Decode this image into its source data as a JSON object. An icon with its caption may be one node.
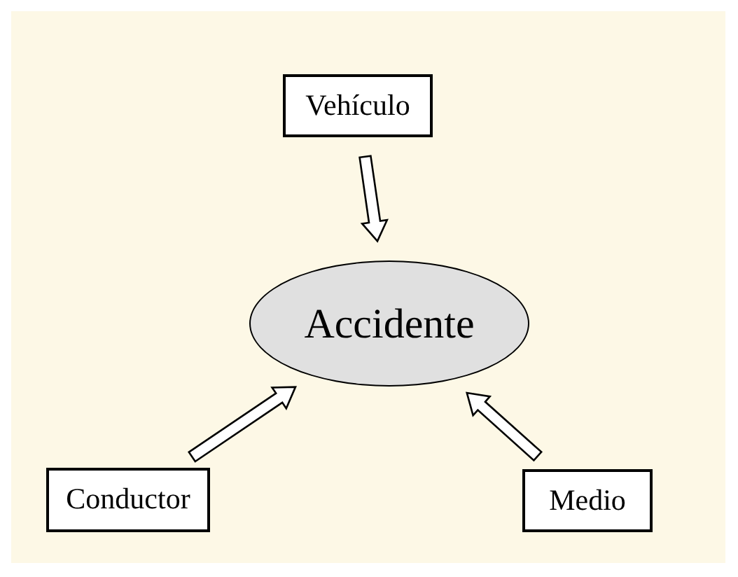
{
  "diagram": {
    "nodes": [
      {
        "text": [
          "Vehículo"
        ]
      },
      {
        "text": [
          "Accidente"
        ]
      },
      {
        "text": [
          "Conductor"
        ]
      },
      {
        "text": [
          "Medio"
        ]
      }
    ],
    "edges": [
      {
        "from": 0,
        "to": 1,
        "arrow": "to"
      },
      {
        "from": 2,
        "to": 1,
        "arrow": "to"
      },
      {
        "from": 3,
        "to": 1,
        "arrow": "to"
      }
    ]
  }
}
